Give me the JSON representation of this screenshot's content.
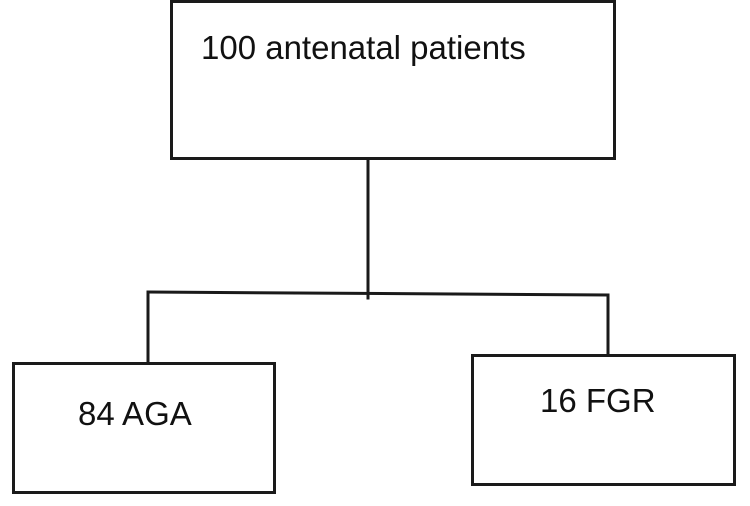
{
  "root": {
    "label": "100 antenatal patients"
  },
  "children": [
    {
      "label": "84 AGA"
    },
    {
      "label": "16 FGR"
    }
  ],
  "colors": {
    "stroke": "#1a1a1a",
    "background": "#ffffff",
    "text": "#111111"
  }
}
